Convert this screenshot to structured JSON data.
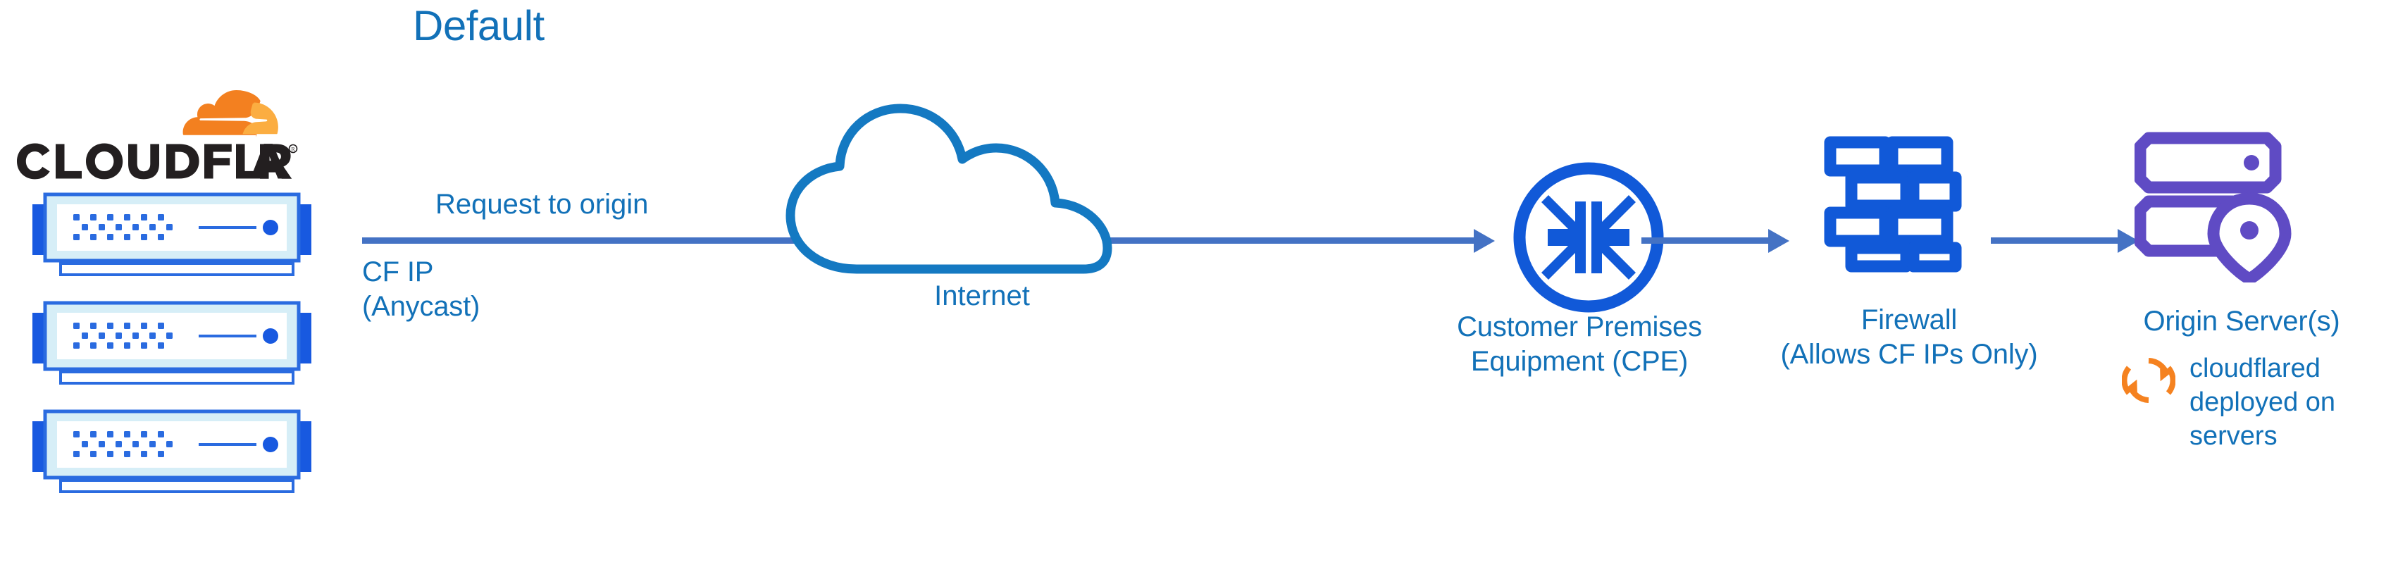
{
  "title": "Default",
  "colors": {
    "label_blue": "#1271B8",
    "icon_blue": "#1159D8",
    "arrow_blue": "#4472C4",
    "origin_purple": "#5F4BC4",
    "cloudflare_orange": "#F38020",
    "cloudflare_orange_light": "#FBAD41",
    "server_body": "#D6EEF7",
    "wordmark_black": "#231F20"
  },
  "brand": {
    "logo_name": "cloudflare-logo",
    "wordmark": "CLOUDFLARE",
    "registered_mark": "®"
  },
  "edge": {
    "servers_label": "cloudflare-edge-servers",
    "server_count": 3,
    "cf_ip_label": "CF IP\n(Anycast)"
  },
  "flow": {
    "request_label": "Request to origin",
    "arrows": [
      {
        "name": "arrow-edge-to-cpe",
        "direction": "right"
      },
      {
        "name": "arrow-cpe-to-firewall",
        "direction": "right"
      },
      {
        "name": "arrow-firewall-to-origin",
        "direction": "right"
      }
    ]
  },
  "nodes": [
    {
      "id": "internet",
      "icon": "cloud-icon",
      "label": "Internet",
      "color": "#1271B8"
    },
    {
      "id": "cpe",
      "icon": "router-arrows-circle-icon",
      "label": "Customer Premises\nEquipment (CPE)",
      "color": "#1159D8"
    },
    {
      "id": "firewall",
      "icon": "brick-wall-icon",
      "label": "Firewall\n(Allows CF IPs Only)",
      "color": "#1159D8"
    },
    {
      "id": "origin",
      "icon": "server-rack-pin-icon",
      "label": "Origin Server(s)",
      "color": "#5F4BC4"
    }
  ],
  "annotation": {
    "icon": "sync-circle-icon",
    "text": "cloudflared\ndeployed on\nservers"
  }
}
